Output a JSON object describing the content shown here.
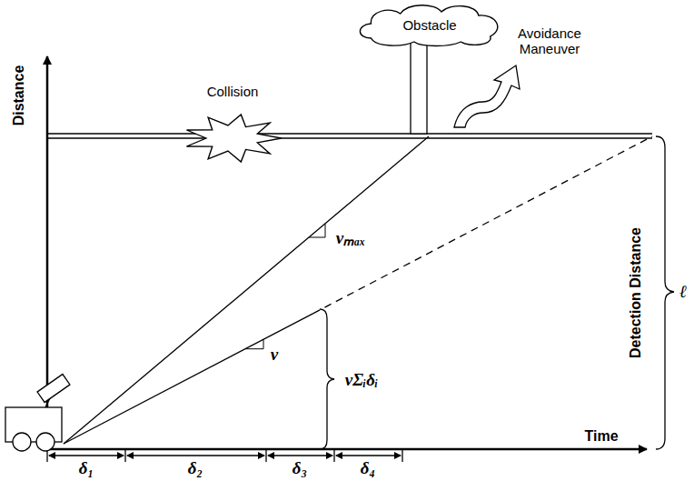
{
  "diagram": {
    "nodes": [
      {
        "text": [
          "Obstacle"
        ]
      },
      {
        "text": [
          "Collision"
        ]
      }
    ],
    "labels": [
      "Avoidance Maneuver",
      "Distance",
      "vₘₐₓ",
      "v",
      "vΣᵢδᵢ",
      "Detection Distance",
      "ℓ",
      "Time",
      "δ₁",
      "δ₂",
      "δ₃",
      "δ₄"
    ]
  }
}
